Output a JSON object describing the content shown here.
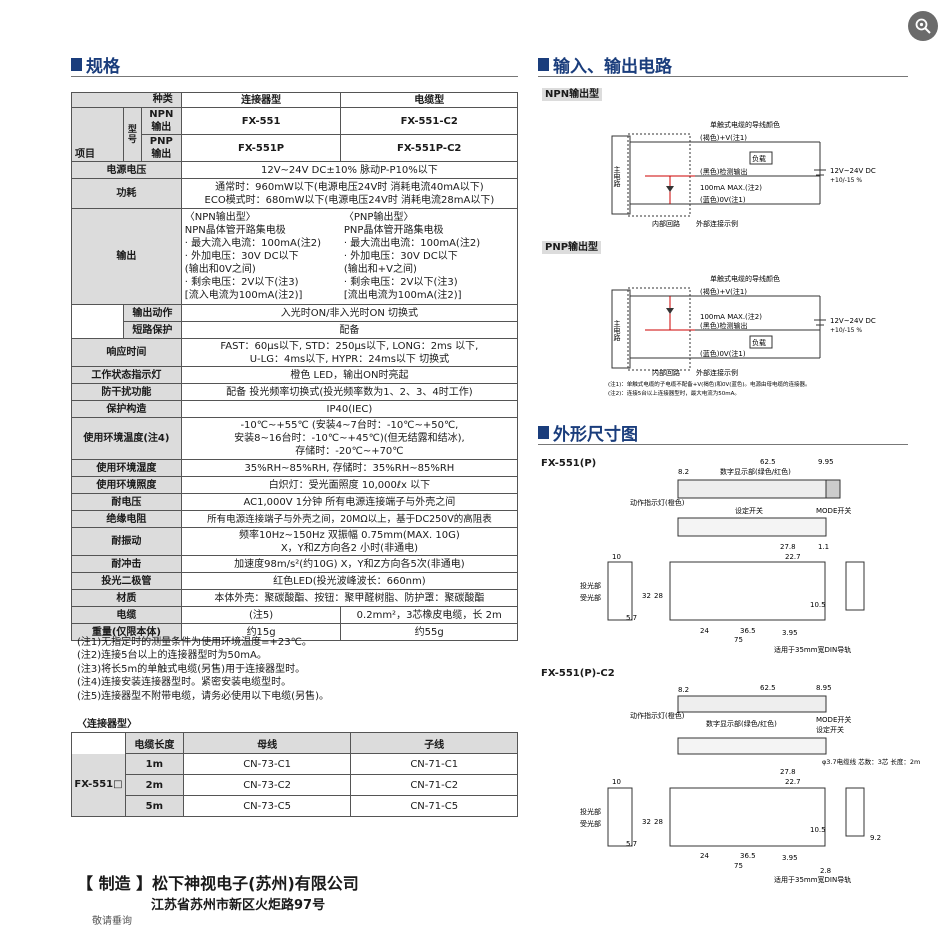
{
  "left_header": "规格",
  "right_header_io": "输入、输出电路",
  "right_header_dim": "外形尺寸图",
  "spec": {
    "h_kind": "种类",
    "h_model": "型号",
    "h_item": "项目",
    "h_npn": "NPN输出",
    "h_pnp": "PNP输出",
    "h_conn_type": "连接器型",
    "h_cable_type": "电缆型",
    "npn_conn": "FX-551",
    "npn_cable": "FX-551-C2",
    "pnp_conn": "FX-551P",
    "pnp_cable": "FX-551P-C2",
    "rows": [
      {
        "label": "电源电压",
        "value": "12V~24V DC±10% 脉动P-P10%以下"
      },
      {
        "label": "功耗",
        "value": "通常时：960mW以下(电源电压24V时 消耗电流40mA以下)\nECO模式时：680mW以下(电源电压24V时 消耗电流28mA以下)"
      }
    ],
    "output_label": "输出",
    "output_npn": "〈NPN输出型〉\nNPN晶体管开路集电极\n· 最大流入电流：100mA(注2)\n· 外加电压：30V DC以下\n  (输出和0V之间)\n· 剩余电压：2V以下(注3)\n  [流入电流为100mA(注2)]",
    "output_pnp": "〈PNP输出型〉\nPNP晶体管开路集电极\n· 最大流出电流：100mA(注2)\n· 外加电压：30V DC以下\n  (输出和+V之间)\n· 剩余电压：2V以下(注3)\n  [流出电流为100mA(注2)]",
    "out_action_label": "输出动作",
    "out_action_value": "入光时ON/非入光时ON 切换式",
    "short_label": "短路保护",
    "short_value": "配备",
    "rows2": [
      {
        "label": "响应时间",
        "value": "FAST：60μs以下, STD：250μs以下, LONG：2ms 以下,\nU-LG：4ms以下, HYPR：24ms以下 切换式"
      },
      {
        "label": "工作状态指示灯",
        "value": "橙色 LED，输出ON时亮起"
      },
      {
        "label": "防干扰功能",
        "value": "配备 投光频率切换式(投光频率数为1、2、3、4时工作)"
      },
      {
        "label": "保护构造",
        "value": "IP40(IEC)"
      },
      {
        "label": "使用环境温度(注4)",
        "value": "-10℃~+55℃ (安装4~7台时：-10℃~+50℃,\n安装8~16台时：-10℃~+45℃)(但无结露和结冰),\n存储时：-20℃~+70℃"
      },
      {
        "label": "使用环境湿度",
        "value": "35%RH~85%RH, 存储时：35%RH~85%RH"
      },
      {
        "label": "使用环境照度",
        "value": "白炽灯：受光面照度 10,000ℓx 以下"
      },
      {
        "label": "耐电压",
        "value": "AC1,000V 1分钟 所有电源连接端子与外壳之间"
      },
      {
        "label": "绝缘电阻",
        "value": "所有电源连接端子与外壳之间，20MΩ以上，基于DC250V的高阻表"
      },
      {
        "label": "耐振动",
        "value": "频率10Hz~150Hz 双振幅 0.75mm(MAX. 10G)\nX，Y和Z方向各2 小时(非通电)"
      },
      {
        "label": "耐冲击",
        "value": "加速度98m/s²(约10G) X，Y和Z方向各5次(非通电)"
      },
      {
        "label": "投光二极管",
        "value": "红色LED(投光波峰波长：660nm)"
      },
      {
        "label": "材质",
        "value": "本体外壳：聚碳酸酯、按钮：聚甲醛树脂、防护罩：聚碳酸酯"
      }
    ],
    "cable_label": "电缆",
    "cable_conn": "(注5)",
    "cable_cable": "0.2mm²，3芯橡皮电缆，长 2m",
    "weight_label": "重量(仅限本体)",
    "weight_conn": "约15g",
    "weight_cable": "约55g"
  },
  "notes": [
    "(注1)无指定时的测量条件为使用环境温度=+23℃。",
    "(注2)连接5台以上的连接器型时为50mA。",
    "(注3)将长5m的单触式电缆(另售)用于连接器型时。",
    "(注4)连接安装连接器型时。紧密安装电缆型时。",
    "(注5)连接器型不附带电缆，请务必使用以下电缆(另售)。"
  ],
  "conn_title": "〈连接器型〉",
  "conn_table": {
    "h_length": "电缆长度",
    "h_main": "母线",
    "h_sub": "子线",
    "model": "FX-551□",
    "rows": [
      {
        "len": "1m",
        "main": "CN-73-C1",
        "sub": "CN-71-C1"
      },
      {
        "len": "2m",
        "main": "CN-73-C2",
        "sub": "CN-71-C2"
      },
      {
        "len": "5m",
        "main": "CN-73-C5",
        "sub": "CN-71-C5"
      }
    ]
  },
  "maker": "【 制造 】松下神视电子(苏州)有限公司",
  "address": "江苏省苏州市新区火炬路97号",
  "cut_text": "敬请垂询",
  "npn_circuit": {
    "tag": "NPN输出型",
    "cable_color_title": "单触式电缆的导线颜色",
    "brown": "(褐色)+V(注1)",
    "black": "(黑色)检测输出",
    "blue": "(蓝色)0V(注1)",
    "load": "负载",
    "max": "100mA MAX.(注2)",
    "supply": "12V~24V DC",
    "tol": "+10/-15 %",
    "main_circuit": "主电路",
    "internal": "内部回路",
    "external": "外部连接示例"
  },
  "pnp_circuit": {
    "tag": "PNP输出型",
    "cable_color_title": "单触式电缆的导线颜色",
    "brown": "(褐色)+V(注1)",
    "max": "100mA MAX.(注2)",
    "black": "(黑色)检测输出",
    "load": "负载",
    "blue": "(蓝色)0V(注1)",
    "supply": "12V~24V DC",
    "tol": "+10/-15 %",
    "main_circuit": "主电路",
    "internal": "内部回路",
    "external": "外部连接示例",
    "note1": "(注1)：单触式电缆的子电缆不配备+V(褐色)和0V(蓝色)。电源由母电缆的连接器。",
    "note2": "(注2)：连接5台以上连接器型时，最大电流为50mA。"
  },
  "dim1": {
    "title": "FX-551(P)",
    "d62_5": "62.5",
    "d9_95": "9.95",
    "d8_2": "8.2",
    "display_label": "数字显示部(绿色/红色)",
    "indicator_label": "动作指示灯(橙色)",
    "set_switch": "设定开关",
    "mode_switch": "MODE开关",
    "d27_8": "27.8",
    "d22_7": "22.7",
    "d1_1": "1.1",
    "d10": "10",
    "d32": "32",
    "d28": "28",
    "d5_7": "5.7",
    "emit_label": "投光部",
    "recv_label": "受光部",
    "d24": "24",
    "d36_5": "36.5",
    "d75": "75",
    "d10_5": "10.5",
    "d3_95": "3.95",
    "din_label": "适用于35mm宽DIN导轨"
  },
  "dim2": {
    "title": "FX-551(P)-C2",
    "d62_5": "62.5",
    "d8_95": "8.95",
    "d8_2": "8.2",
    "indicator_label": "动作指示灯(橙色)",
    "display_label": "数字显示部(绿色/红色)",
    "set_switch": "设定开关",
    "mode_switch": "MODE开关",
    "cable_info": "φ3.7电缆线\n芯数：3芯\n长度：2m",
    "d27_8": "27.8",
    "d22_7": "22.7",
    "d10": "10",
    "d32": "32",
    "d28": "28",
    "d5_7": "5.7",
    "emit_label": "投光部",
    "recv_label": "受光部",
    "d24": "24",
    "d36_5": "36.5",
    "d75": "75",
    "d10_5": "10.5",
    "d3_95": "3.95",
    "d9_2": "9.2",
    "d2_8": "2.8",
    "din_label": "适用于35mm宽DIN导轨"
  }
}
